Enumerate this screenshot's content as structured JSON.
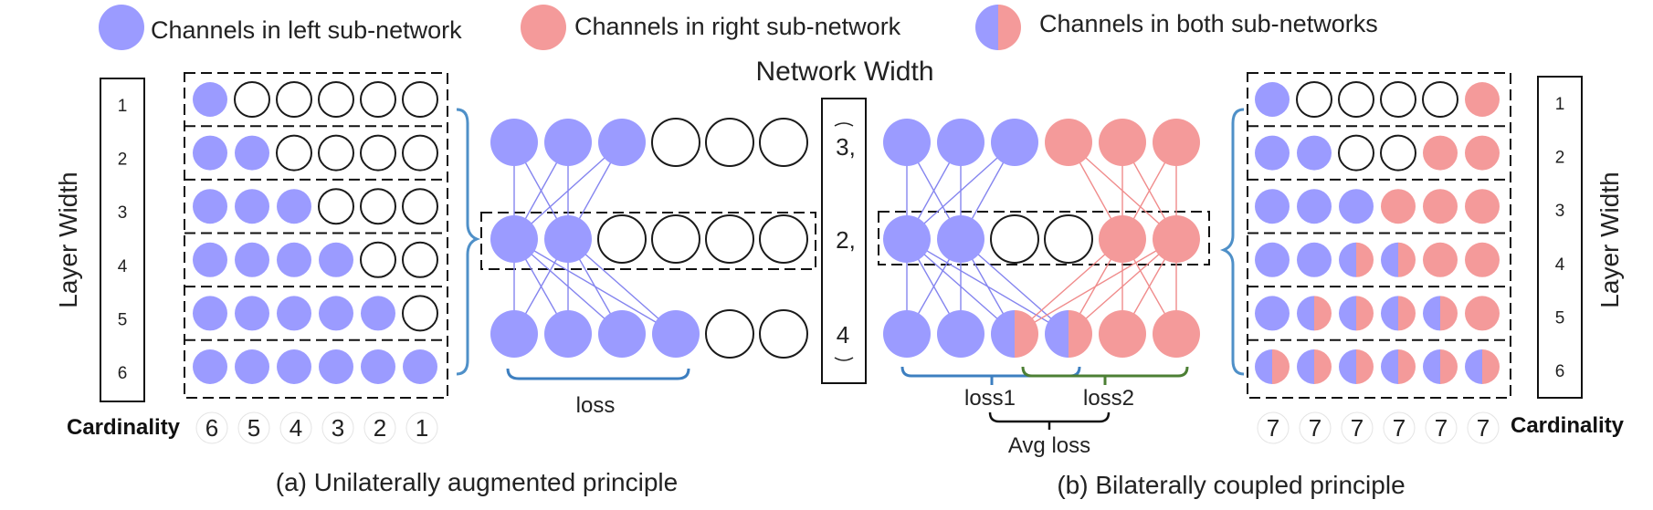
{
  "colors": {
    "left": "#9b9bff",
    "right": "#f49a9a",
    "left_line": "#8585ef",
    "right_line": "#f08c8c",
    "brace": "#4f90c8",
    "loss_left": "#3d7fc0",
    "loss_right": "#4c7f34",
    "outline": "#1a1a1a"
  },
  "legend": {
    "left": "Channels in left sub-network",
    "right": "Channels in right sub-network",
    "both": "Channels in both sub-networks"
  },
  "network_width": {
    "title": "Network Width",
    "values": [
      "3,",
      "2,",
      "4"
    ]
  },
  "layer_width_label": "Layer Width",
  "cardinality_label": "Cardinality",
  "panel_a": {
    "caption": "(a) Unilaterally augmented principle",
    "layer_numbers": [
      "1",
      "2",
      "3",
      "4",
      "5",
      "6"
    ],
    "grid": [
      "LEEEEE",
      "LLEEEE",
      "LLLEEE",
      "LLLLEE",
      "LLLLLE",
      "LLLLLL"
    ],
    "cardinality": [
      "6",
      "5",
      "4",
      "3",
      "2",
      "1"
    ],
    "network": {
      "rows": [
        "LLLEEE",
        "LLEEEE",
        "LLLLEE"
      ],
      "loss": "loss"
    }
  },
  "panel_b": {
    "caption": "(b) Bilaterally coupled principle",
    "layer_numbers": [
      "1",
      "2",
      "3",
      "4",
      "5",
      "6"
    ],
    "grid": [
      "LEEEER",
      "LLEERR",
      "LLLRRR",
      "LLBBRR",
      "LBBBBR",
      "BBBBBB"
    ],
    "cardinality": [
      "7",
      "7",
      "7",
      "7",
      "7",
      "7"
    ],
    "network": {
      "rows": [
        "LLLRRR",
        "LLEERR",
        "LLBBRR"
      ],
      "loss1": "loss1",
      "loss2": "loss2",
      "avg": "Avg loss"
    }
  }
}
